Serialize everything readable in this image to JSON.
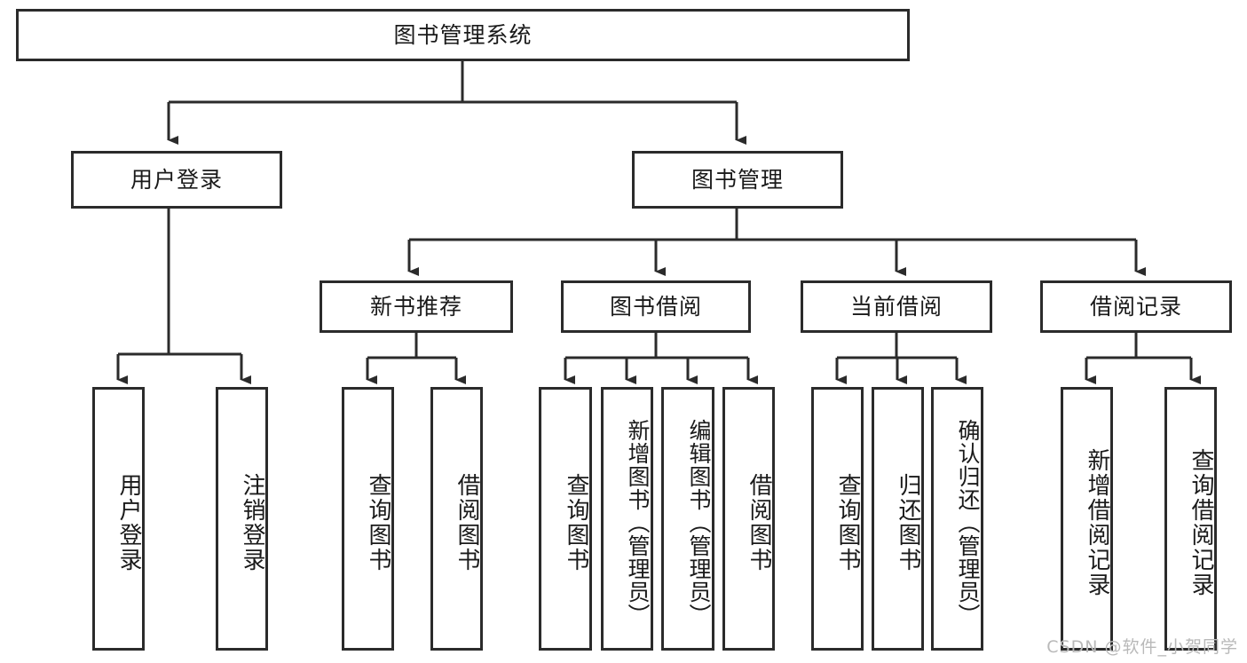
{
  "diagram": {
    "type": "tree-hierarchy",
    "title": "图书管理系统",
    "orientation": "top-down",
    "watermark": "CSDN @软件_小贺同学",
    "levels": 4,
    "root": {
      "id": "root",
      "label": "图书管理系统",
      "text_direction": "horizontal"
    },
    "level2": [
      {
        "id": "user-login",
        "label": "用户登录",
        "text_direction": "horizontal"
      },
      {
        "id": "book-manage",
        "label": "图书管理",
        "text_direction": "horizontal"
      }
    ],
    "level3": [
      {
        "id": "new-book-rec",
        "label": "新书推荐",
        "text_direction": "horizontal",
        "parent": "book-manage"
      },
      {
        "id": "book-borrow",
        "label": "图书借阅",
        "text_direction": "horizontal",
        "parent": "book-manage"
      },
      {
        "id": "current-borrow",
        "label": "当前借阅",
        "text_direction": "horizontal",
        "parent": "book-manage"
      },
      {
        "id": "borrow-record",
        "label": "借阅记录",
        "text_direction": "horizontal",
        "parent": "book-manage"
      }
    ],
    "leaves": {
      "user_login": [
        {
          "id": "leaf-user-login",
          "label": "用户登录",
          "text_direction": "vertical"
        },
        {
          "id": "leaf-user-logout",
          "label": "注销登录",
          "text_direction": "vertical"
        }
      ],
      "new_book_rec": [
        {
          "id": "leaf-query-book-1",
          "label": "查询图书",
          "text_direction": "vertical"
        },
        {
          "id": "leaf-borrow-book-1",
          "label": "借阅图书",
          "text_direction": "vertical"
        }
      ],
      "book_borrow": [
        {
          "id": "leaf-query-book-2",
          "label": "查询图书",
          "text_direction": "vertical"
        },
        {
          "id": "leaf-add-book",
          "label": "新增图书（管理员）",
          "text_direction": "vertical"
        },
        {
          "id": "leaf-edit-book",
          "label": "编辑图书（管理员）",
          "text_direction": "vertical"
        },
        {
          "id": "leaf-borrow-book-2",
          "label": "借阅图书",
          "text_direction": "vertical"
        }
      ],
      "current_borrow": [
        {
          "id": "leaf-query-book-3",
          "label": "查询图书",
          "text_direction": "vertical"
        },
        {
          "id": "leaf-return-book",
          "label": "归还图书",
          "text_direction": "vertical"
        },
        {
          "id": "leaf-confirm-return",
          "label": "确认归还（管理员）",
          "text_direction": "vertical"
        }
      ],
      "borrow_record": [
        {
          "id": "leaf-add-record",
          "label": "新增借阅记录",
          "text_direction": "vertical"
        },
        {
          "id": "leaf-query-record",
          "label": "查询借阅记录",
          "text_direction": "vertical"
        }
      ]
    },
    "colors": {
      "stroke": "#2b2b2b",
      "fill": "#ffffff",
      "text": "#1a1a1a",
      "watermark": "#b9b9b9"
    }
  }
}
